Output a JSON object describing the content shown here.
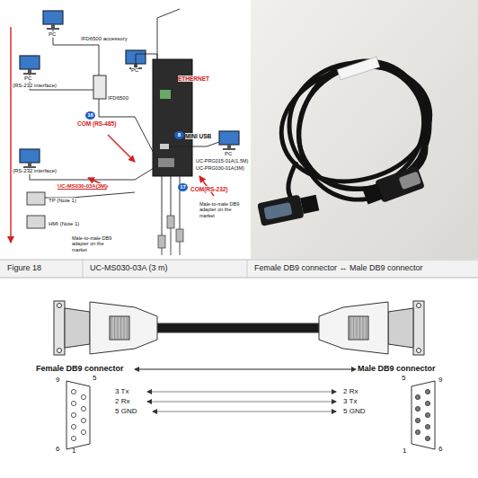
{
  "diagram": {
    "labels": [
      "PC",
      "IFD6500 accessory",
      "PC",
      "PC",
      "(RS-232 interface)",
      "IFD6500",
      "ETHERNET",
      "8",
      "MINI USB",
      "UC-PRG015-01A(1.5M)",
      "UC-PRG030-01A(3M)",
      "PC",
      "16",
      "COM (RS-485)",
      "(RS-232 interface)",
      "UC-MS030-03A(3M)",
      "TP (Note 1)",
      "HMI (Note 1)",
      "17",
      "COM(RS-232)",
      "Male-to-male DB9 adapter on the market",
      "Male-to-male DB9 adapter on the market",
      "Figure 18",
      "UC-MS030-03A (3 m)",
      "Female DB9 connector ↔ Male DB9 connector",
      "Female DB9 connector",
      "Male DB9 connector",
      "9",
      "5",
      "6",
      "1",
      "3 Tx",
      "2 Rx",
      "5 GND",
      "2 Rx",
      "3 Tx",
      "5 GND",
      "5",
      "9",
      "1",
      "6"
    ]
  }
}
